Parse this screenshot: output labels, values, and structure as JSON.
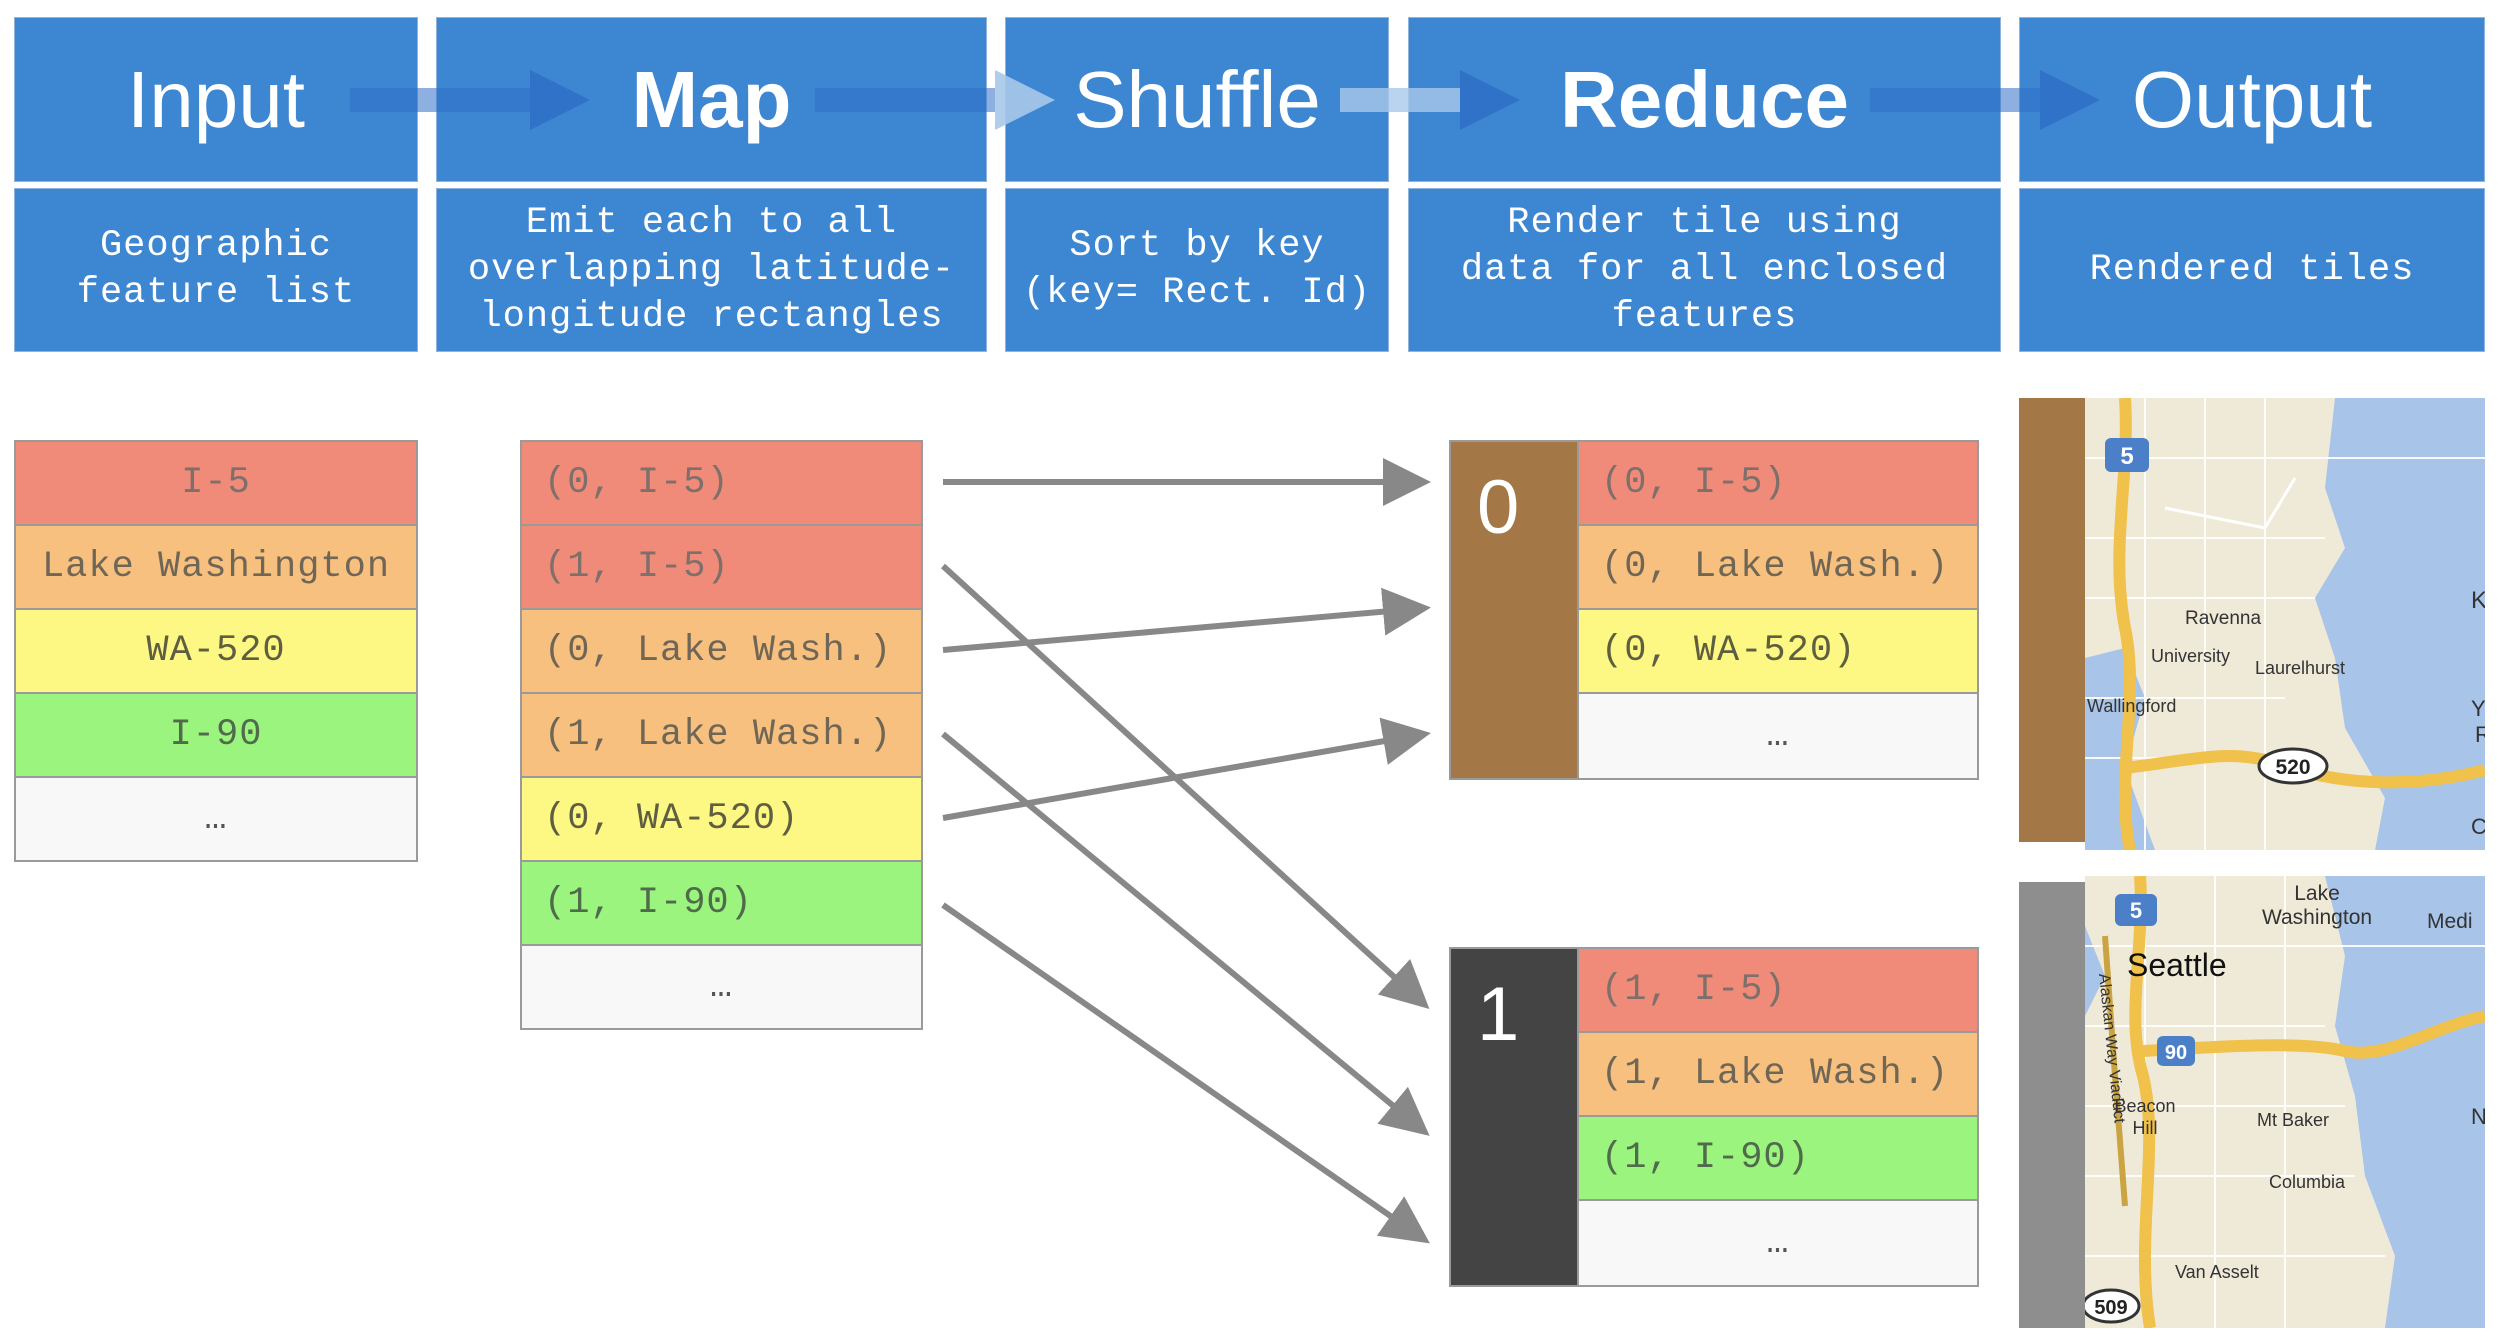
{
  "stages": [
    {
      "title": "Input",
      "description": [
        "Geographic",
        "feature list"
      ]
    },
    {
      "title": "Map",
      "description": [
        "Emit each to all",
        "overlapping latitude-",
        "longitude rectangles"
      ]
    },
    {
      "title": "Shuffle",
      "description": [
        "Sort by key",
        "(key= Rect. Id)"
      ]
    },
    {
      "title": "Reduce",
      "description": [
        "Render tile using",
        "data for all enclosed",
        "features"
      ]
    },
    {
      "title": "Output",
      "description": [
        "Rendered tiles"
      ]
    }
  ],
  "input_list": [
    "I-5",
    "Lake Washington",
    "WA-520",
    "I-90",
    "…"
  ],
  "map_list": [
    "(0, I-5)",
    "(1, I-5)",
    "(0, Lake Wash.)",
    "(1, Lake Wash.)",
    "(0, WA-520)",
    "(1, I-90)",
    "…"
  ],
  "reduce_groups": [
    {
      "key": "0",
      "items": [
        "(0, I-5)",
        "(0, Lake Wash.)",
        "(0, WA-520)",
        "…"
      ]
    },
    {
      "key": "1",
      "items": [
        "(1, I-5)",
        "(1, Lake Wash.)",
        "(1, I-90)",
        "…"
      ]
    }
  ],
  "tiles": [
    {
      "labels": [
        "5",
        "Ravenna",
        "University",
        "Laurelhurst",
        "Wallingford",
        "520",
        "K",
        "Y",
        "R",
        "C"
      ]
    },
    {
      "labels": [
        "5",
        "Lake",
        "Washington",
        "Medi",
        "Seattle",
        "Alaskan Way Viaduct",
        "90",
        "Beacon",
        "Hill",
        "Mt Baker",
        "Columbia",
        "Van Asselt",
        "509",
        "N"
      ]
    }
  ],
  "colors": {
    "stage_blue": "#3d86d1",
    "red": "#ef8b78",
    "orange": "#f8c07f",
    "yellow": "#fdf784",
    "green": "#9af47e",
    "key0": "#a37846",
    "key1": "#444444",
    "tile0_bar": "#a37846",
    "tile1_bar": "#8e8e8e",
    "connector": "#888888"
  }
}
